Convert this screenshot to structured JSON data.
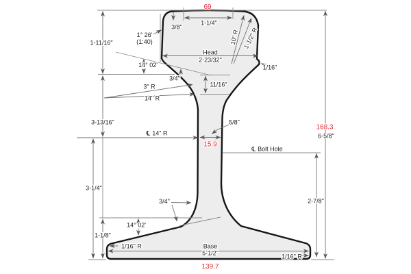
{
  "diagram": {
    "type": "rail-cross-section",
    "colors": {
      "metric_accent": "#e62f35",
      "outline": "#161616",
      "dimension_lines": "#6f6f6f",
      "section_fill": "#ededed",
      "background": "#ffffff"
    },
    "head": {
      "width_mm": "69",
      "crown_width": "1-1/4\"",
      "corner_offset": "3/8\"",
      "crown_radius": "10\" R",
      "corner_radius": "1-1/2\" R",
      "label": "Head",
      "width": "2-23/32\"",
      "gauge_corner_radius": "1/16\"",
      "side_cant_angle": "1° 26'",
      "side_cant_ratio": "(1:40)",
      "depth": "11/16\"",
      "height_to_fishing": "1-11/16\""
    },
    "web": {
      "fishing_angle": "14° 02'",
      "fillet_offset": "3/4\"",
      "fillet_radius_upper": "3\" R",
      "fillet_radius_lower": "14\" R",
      "upper_height": "3-13/16\"",
      "centerline_symbol": "℄",
      "centerline_radius": "14\" R",
      "thickness": "5/8\"",
      "thickness_mm": "15.9"
    },
    "overall": {
      "height_mm": "168.3",
      "height": "6-5/8\""
    },
    "bolt_hole": {
      "centerline_symbol": "℄",
      "label": "Bolt Hole",
      "height_above_base": "2-7/8\"",
      "web_lower_height": "3-1/4\""
    },
    "base": {
      "fillet_offset": "3/4\"",
      "slope_angle": "14° 02'",
      "edge_height": "1-1/8\"",
      "corner_radius_left": "1/16\" R",
      "label": "Base",
      "width": "5-1/2\"",
      "corner_radius_right": "1/16\" R",
      "width_mm": "139.7"
    }
  }
}
